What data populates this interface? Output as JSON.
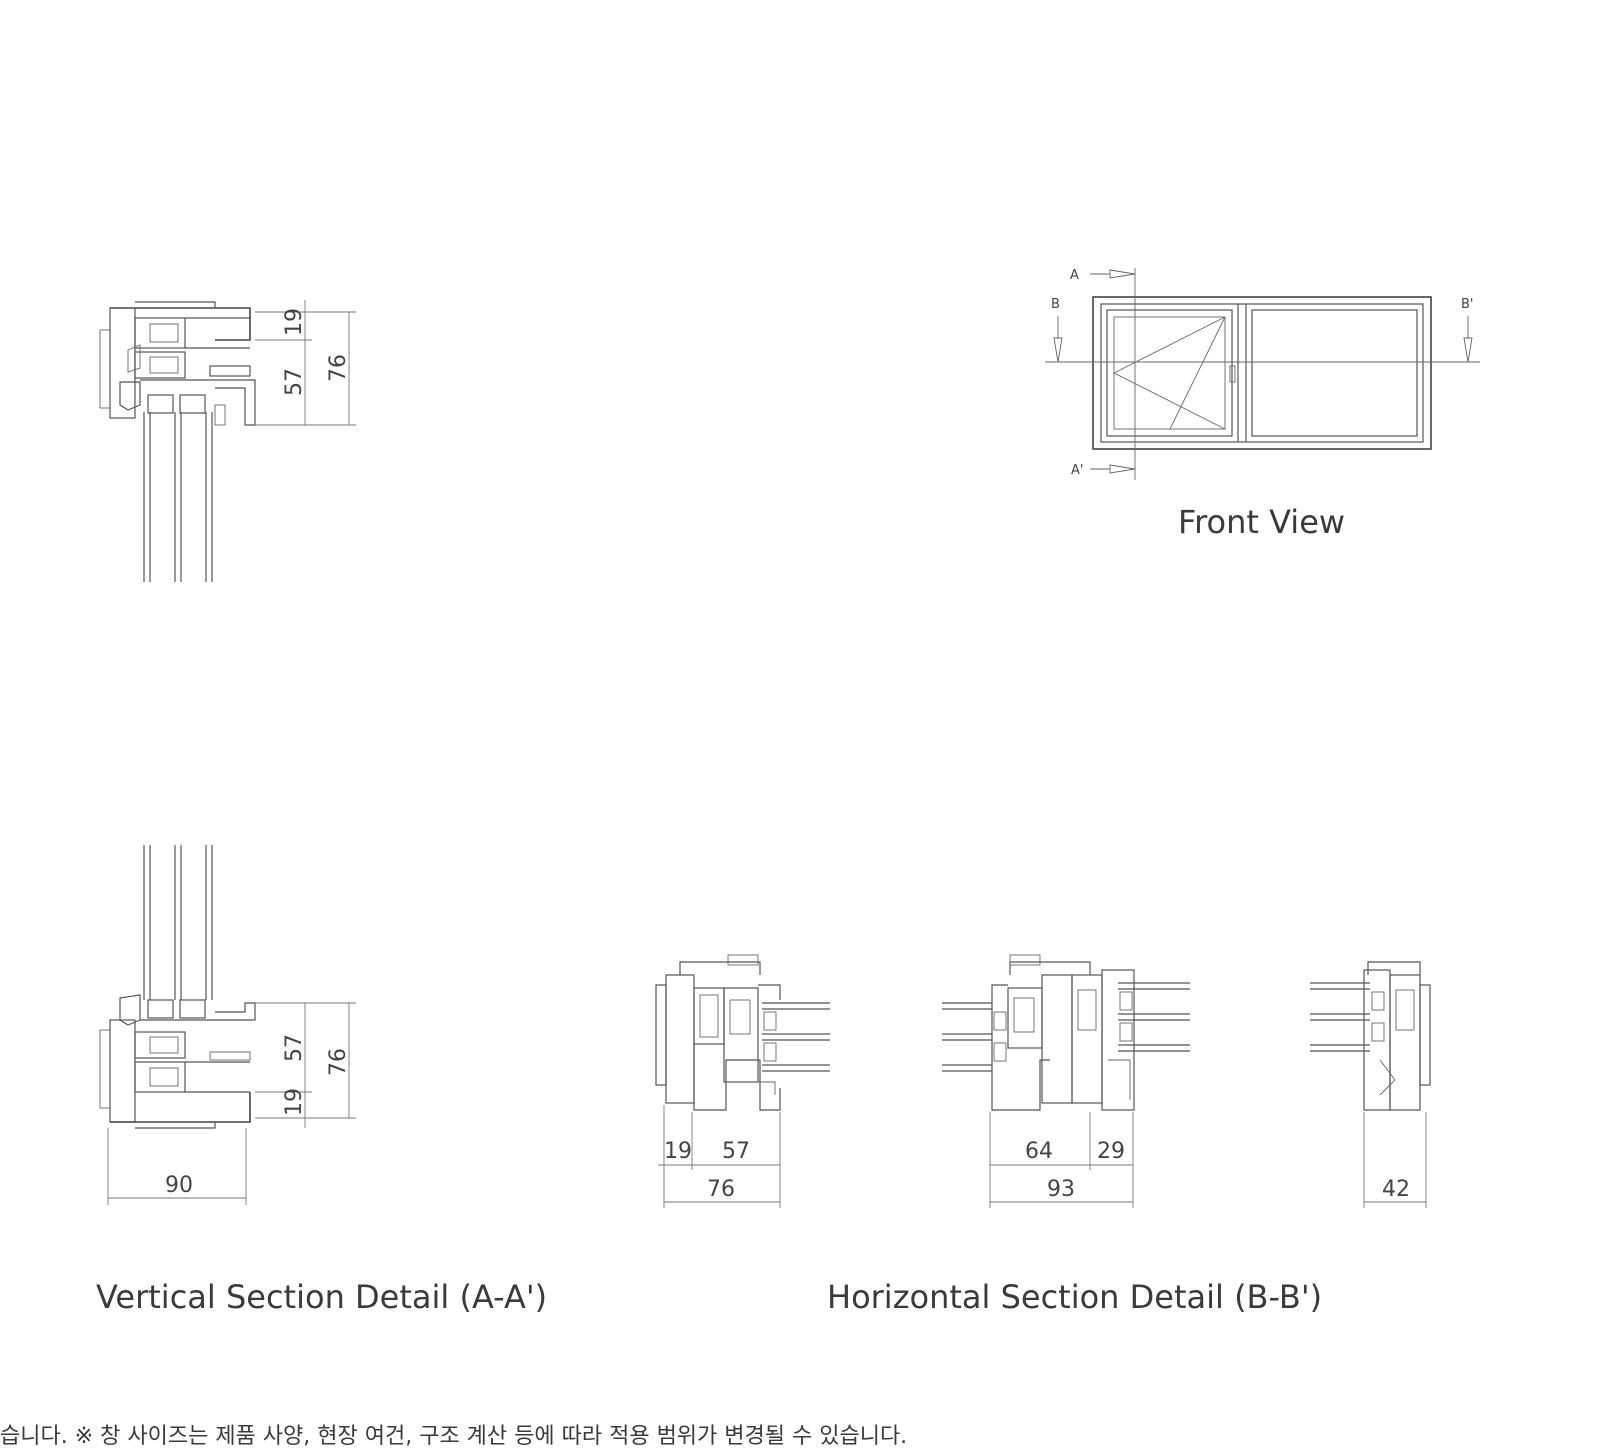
{
  "captions": {
    "front_view": "Front View",
    "vertical_section": "Vertical Section Detail (A-A')",
    "horizontal_section": "Horizontal Section Detail (B-B')"
  },
  "section_markers": {
    "a": "A",
    "a_prime": "A'",
    "b": "B",
    "b_prime": "B'"
  },
  "vertical_section_top_dims": {
    "small": "19",
    "mid": "57",
    "total": "76"
  },
  "vertical_section_bottom_dims": {
    "mid": "57",
    "small": "19",
    "total": "76",
    "width": "90"
  },
  "horizontal_section_dims": {
    "left": {
      "small": "19",
      "mid": "57",
      "total": "76"
    },
    "center": {
      "a": "64",
      "b": "29",
      "total": "93"
    },
    "right": {
      "total": "42"
    }
  },
  "footnote": "습니다.   ※ 창 사이즈는 제품 사양, 현장 여건, 구조 계산 등에 따라 적용 범위가 변경될 수 있습니다."
}
